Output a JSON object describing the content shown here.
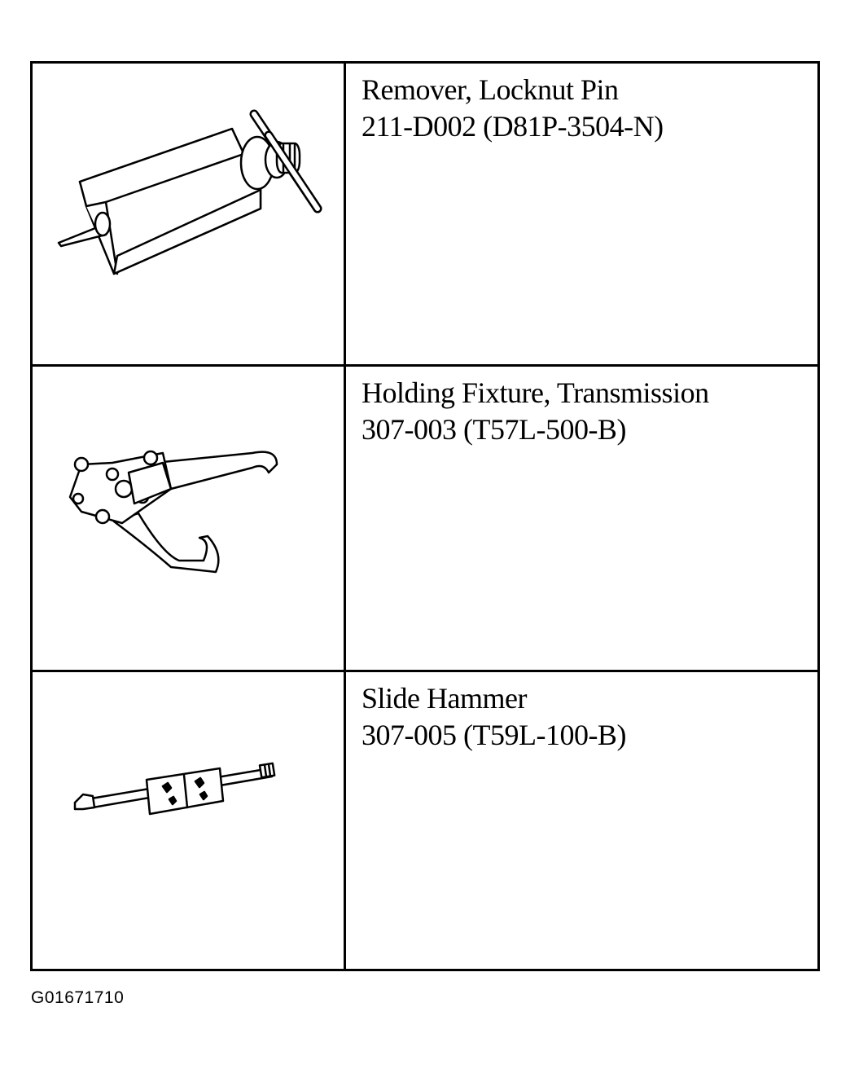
{
  "tools": [
    {
      "name": "Remover, Locknut Pin",
      "part_number": "211-D002 (D81P-3504-N)",
      "icon": "locknut-pin-remover-icon"
    },
    {
      "name": "Holding Fixture, Transmission",
      "part_number": "307-003 (T57L-500-B)",
      "icon": "transmission-holding-fixture-icon"
    },
    {
      "name": "Slide Hammer",
      "part_number": "307-005 (T59L-100-B)",
      "icon": "slide-hammer-icon"
    }
  ],
  "figure_id": "G01671710"
}
